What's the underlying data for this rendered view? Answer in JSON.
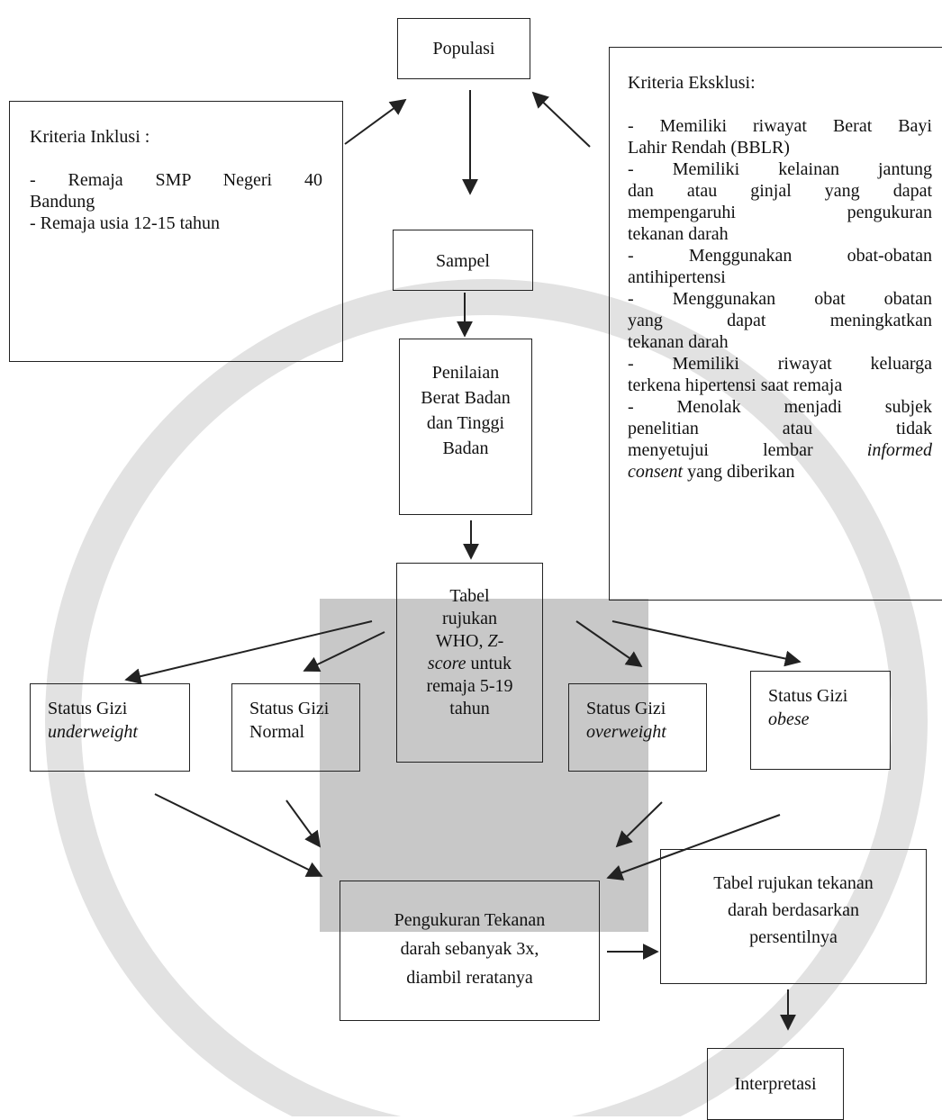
{
  "populasi": "Populasi",
  "sampel": "Sampel",
  "inklusi": {
    "title": "Kriteria Inklusi :",
    "items": [
      "- Remaja SMP Negeri 40",
      "Bandung",
      "- Remaja usia 12-15 tahun"
    ]
  },
  "eksklusi": {
    "title": "Kriteria Eksklusi:",
    "lines": [
      "- Memiliki riwayat Berat Bayi",
      "Lahir Rendah (BBLR)",
      "- Memiliki kelainan jantung",
      "dan atau ginjal yang dapat",
      "mempengaruhi pengukuran",
      "tekanan darah",
      "- Menggunakan obat-obatan",
      "antihipertensi",
      "- Menggunakan obat obatan",
      "yang dapat meningkatkan",
      "tekanan darah",
      "- Memiliki riwayat keluarga",
      "terkena hipertensi saat remaja",
      "- Menolak menjadi subjek",
      "penelitian atau tidak",
      "menyetujui lembar informed",
      "consent yang diberikan"
    ]
  },
  "penilaian": [
    "Penilaian",
    "Berat Badan",
    "dan Tinggi",
    "Badan"
  ],
  "tabel_who": [
    "Tabel",
    "rujukan",
    "WHO, Z-",
    "score untuk",
    "remaja 5-19",
    "tahun"
  ],
  "status": {
    "underweight": [
      "Status Gizi",
      "underweight"
    ],
    "normal": [
      "Status Gizi",
      "Normal"
    ],
    "overweight": [
      "Status Gizi",
      "overweight"
    ],
    "obese": [
      "Status Gizi",
      "obese"
    ]
  },
  "pengukuran": [
    "Pengukuran Tekanan",
    "darah sebanyak 3x,",
    "diambil reratanya"
  ],
  "tabel_tekanan": [
    "Tabel rujukan tekanan",
    "darah berdasarkan",
    "persentilnya"
  ],
  "interpretasi": "Interpretasi",
  "colors": {
    "stroke": "#222222",
    "shade": "#c8c8c8",
    "watermark": "#bdbdbd"
  }
}
